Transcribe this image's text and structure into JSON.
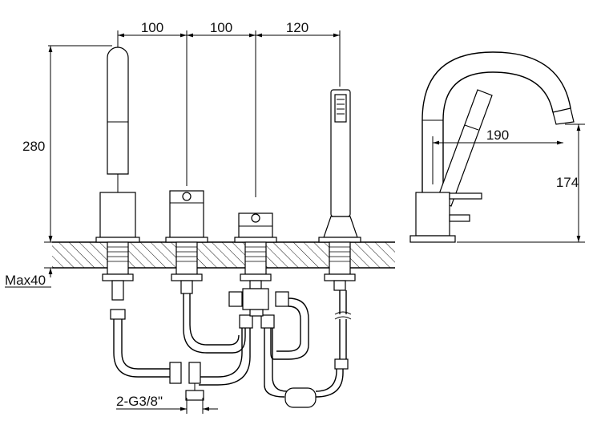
{
  "dimensions": {
    "spacing_1": "100",
    "spacing_2": "100",
    "spacing_3": "120",
    "height": "280",
    "max_deck": "Max40",
    "reach": "190",
    "side_height": "174",
    "connection": "2-G3/8\""
  },
  "colors": {
    "line": "#000000",
    "background": "#ffffff"
  }
}
